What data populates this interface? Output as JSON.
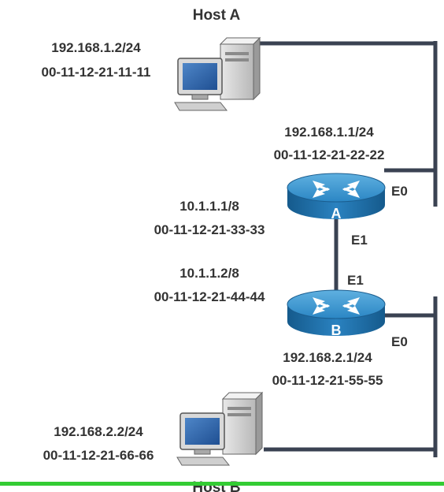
{
  "host_a": {
    "name": "Host A",
    "ip": "192.168.1.2/24",
    "mac": "00-11-12-21-11-11"
  },
  "host_b": {
    "name": "Host B",
    "ip": "192.168.2.2/24",
    "mac": "00-11-12-21-66-66"
  },
  "router_a": {
    "label": "A",
    "e0": {
      "name": "E0",
      "ip": "192.168.1.1/24",
      "mac": "00-11-12-21-22-22"
    },
    "e1": {
      "name": "E1",
      "ip": "10.1.1.1/8",
      "mac": "00-11-12-21-33-33"
    }
  },
  "router_b": {
    "label": "B",
    "e1": {
      "name": "E1",
      "ip": "10.1.1.2/8",
      "mac": "00-11-12-21-44-44"
    },
    "e0": {
      "name": "E0",
      "ip": "192.168.2.1/24",
      "mac": "00-11-12-21-55-55"
    }
  },
  "colors": {
    "cable": "#3a4252",
    "router_body": "#1d6fa8",
    "router_top": "#3a95d0",
    "label_text": "#333333",
    "bottom_bar": "#33cc33"
  },
  "icons": {
    "host": "desktop-computer-icon",
    "router": "router-icon"
  }
}
